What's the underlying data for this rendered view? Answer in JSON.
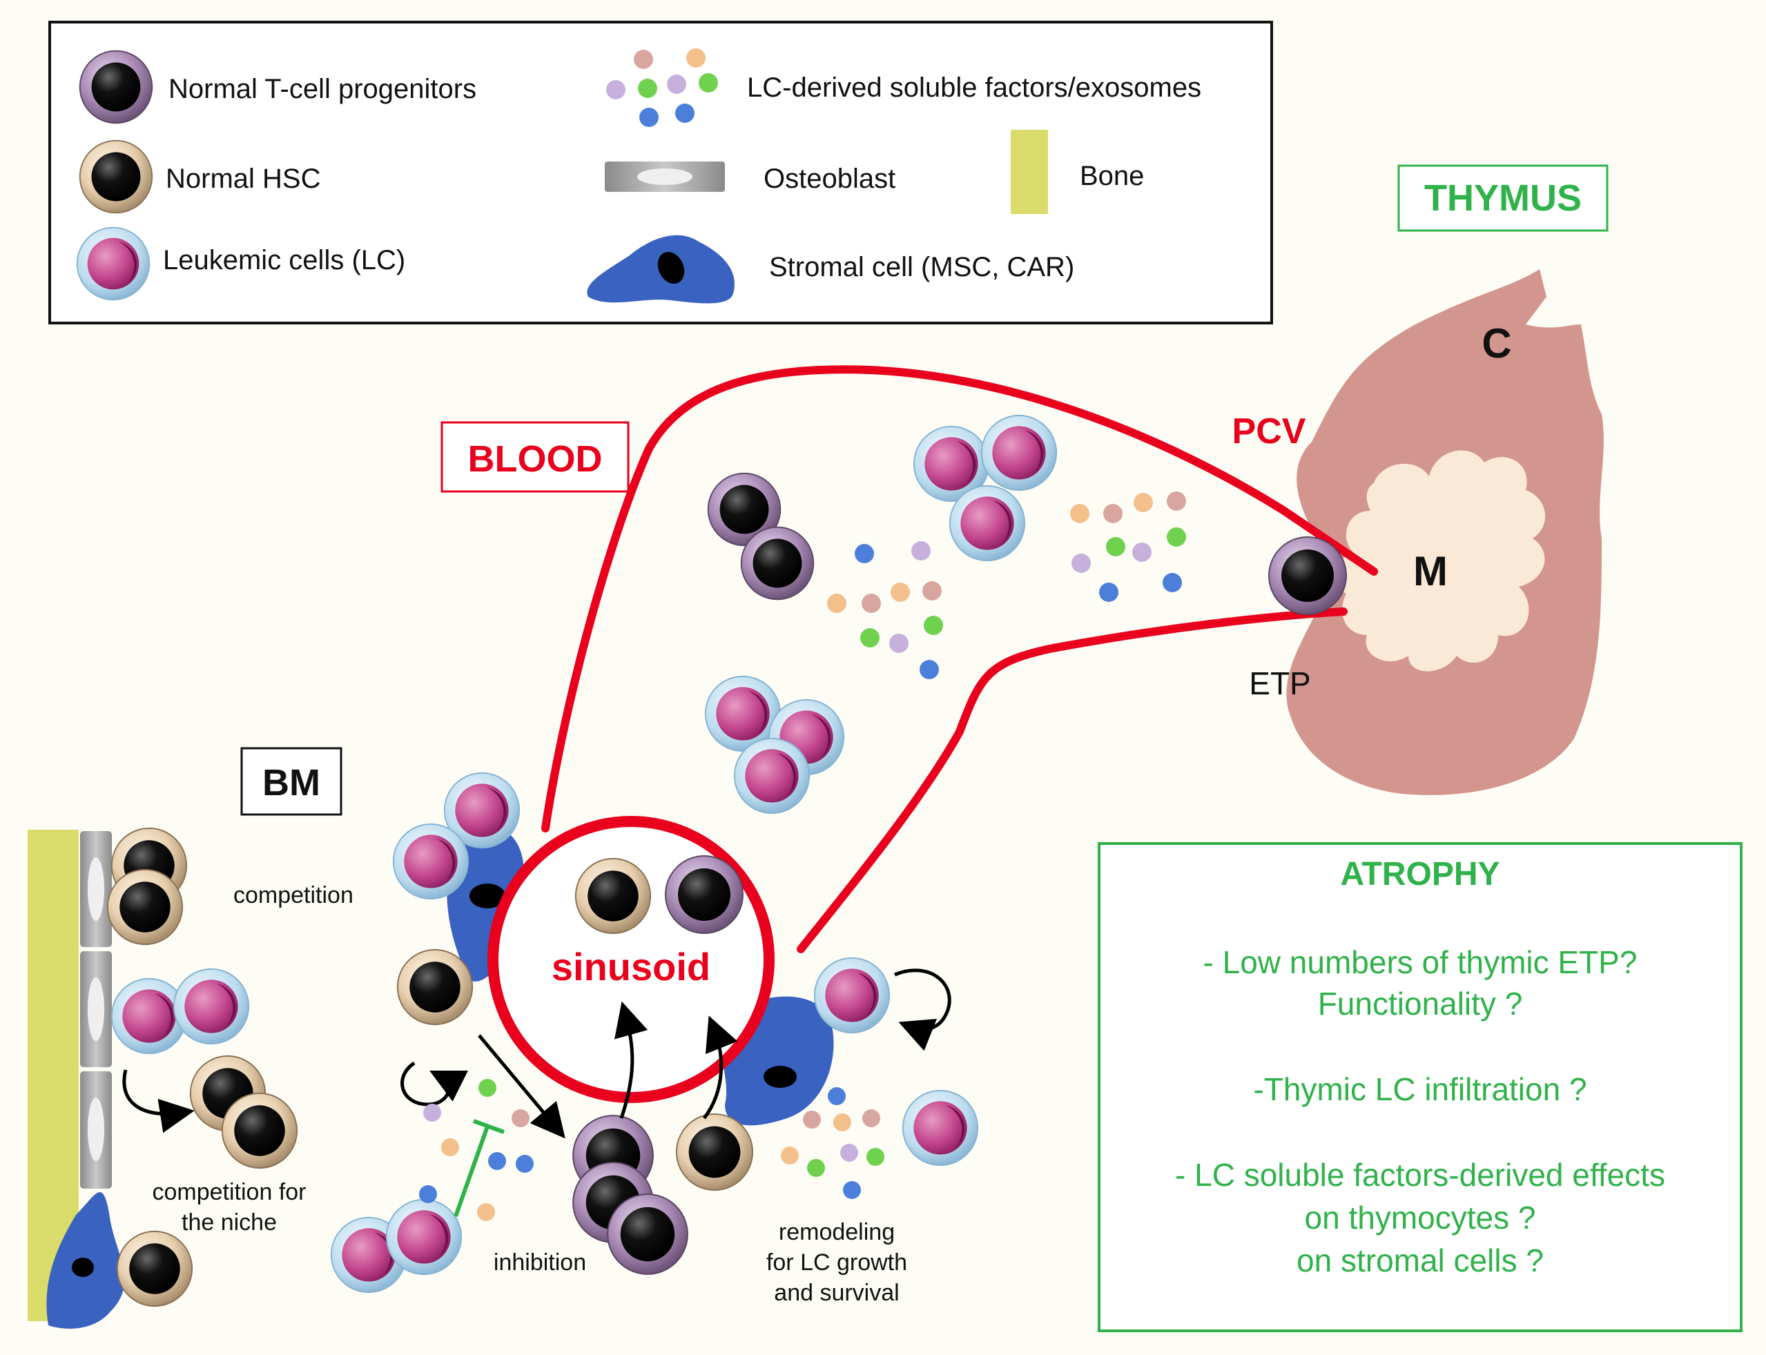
{
  "legend": {
    "t_progenitors": "Normal  T-cell progenitors",
    "hsc": "Normal HSC",
    "leukemic": "Leukemic cells (LC)",
    "factors": "LC-derived soluble factors/exosomes",
    "osteoblast": "Osteoblast",
    "bone": "Bone",
    "stromal": "Stromal cell  (MSC, CAR)"
  },
  "labels": {
    "thymus": "THYMUS",
    "blood": "BLOOD",
    "bm": "BM",
    "pcv": "PCV",
    "cortex": "C",
    "medulla": "M",
    "etp": "ETP",
    "sinusoid": "sinusoid",
    "competition": "competition",
    "competition_niche_1": "competition for",
    "competition_niche_2": "the niche",
    "inhibition": "inhibition",
    "remodeling_1": "remodeling",
    "remodeling_2": "for LC growth",
    "remodeling_3": "and survival"
  },
  "atrophy": {
    "title": "ATROPHY",
    "lines": [
      "- Low numbers of thymic ETP?",
      "Functionality ?",
      "-Thymic LC infiltration ?",
      "- LC soluble factors-derived effects",
      "on thymocytes ?",
      "on stromal cells ?"
    ]
  },
  "colors": {
    "red": "#e8001c",
    "green": "#2fb24a",
    "bone": "#d9dc6a",
    "stromal": "#3a62c0",
    "thymus_cortex": "#d3968e",
    "thymus_medulla": "#fbe9d7",
    "leukemic": "#c0408a",
    "leukemic_rim": "#b8dcf0"
  }
}
